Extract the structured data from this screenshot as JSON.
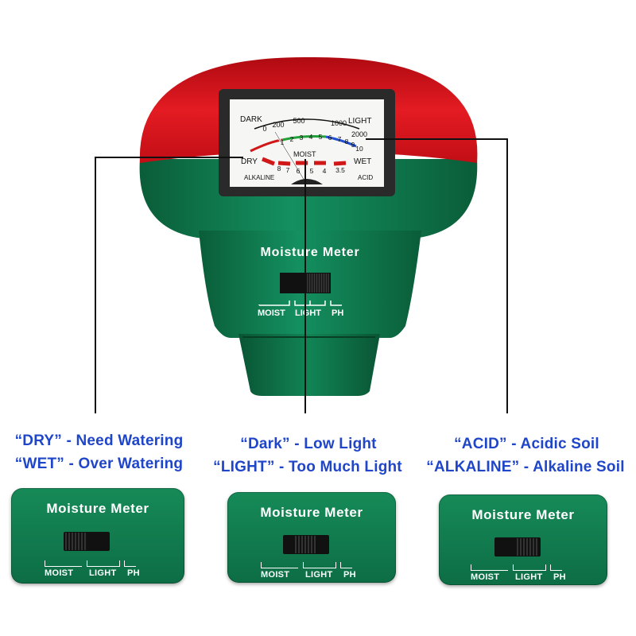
{
  "device": {
    "title": "Moisture Meter",
    "modes": [
      "MOIST",
      "LIGHT",
      "PH"
    ]
  },
  "dial": {
    "dark": "DARK",
    "light": "LIGHT",
    "dry": "DRY",
    "wet": "WET",
    "moist": "MOIST",
    "alkaline": "ALKALINE",
    "acid": "ACID",
    "lux_ticks": [
      "0",
      "200",
      "500",
      "1000",
      "2000"
    ],
    "moist_ticks": [
      "1",
      "2",
      "3",
      "4",
      "5",
      "6",
      "7",
      "8",
      "9",
      "10"
    ],
    "ph_ticks": [
      "8",
      "7",
      "6",
      "5",
      "4",
      "3.5"
    ]
  },
  "captions": {
    "moisture_line1": "“DRY” - Need Watering",
    "moisture_line2": "“WET” - Over Watering",
    "light_line1": "“Dark” - Low Light",
    "light_line2": "“LIGHT” - Too Much Light",
    "ph_line1": "“ACID” - Acidic Soil",
    "ph_line2": "“ALKALINE” - Alkaline Soil"
  },
  "panels": [
    {
      "title": "Moisture Meter",
      "labels": [
        "MOIST",
        "LIGHT",
        "PH"
      ],
      "switch_position": "MOIST"
    },
    {
      "title": "Moisture Meter",
      "labels": [
        "MOIST",
        "LIGHT",
        "PH"
      ],
      "switch_position": "LIGHT"
    },
    {
      "title": "Moisture Meter",
      "labels": [
        "MOIST",
        "LIGHT",
        "PH"
      ],
      "switch_position": "PH"
    }
  ],
  "colors": {
    "body_green": "#0f7a4c",
    "cap_red": "#d8141c",
    "caption_blue": "#1f45c8"
  }
}
